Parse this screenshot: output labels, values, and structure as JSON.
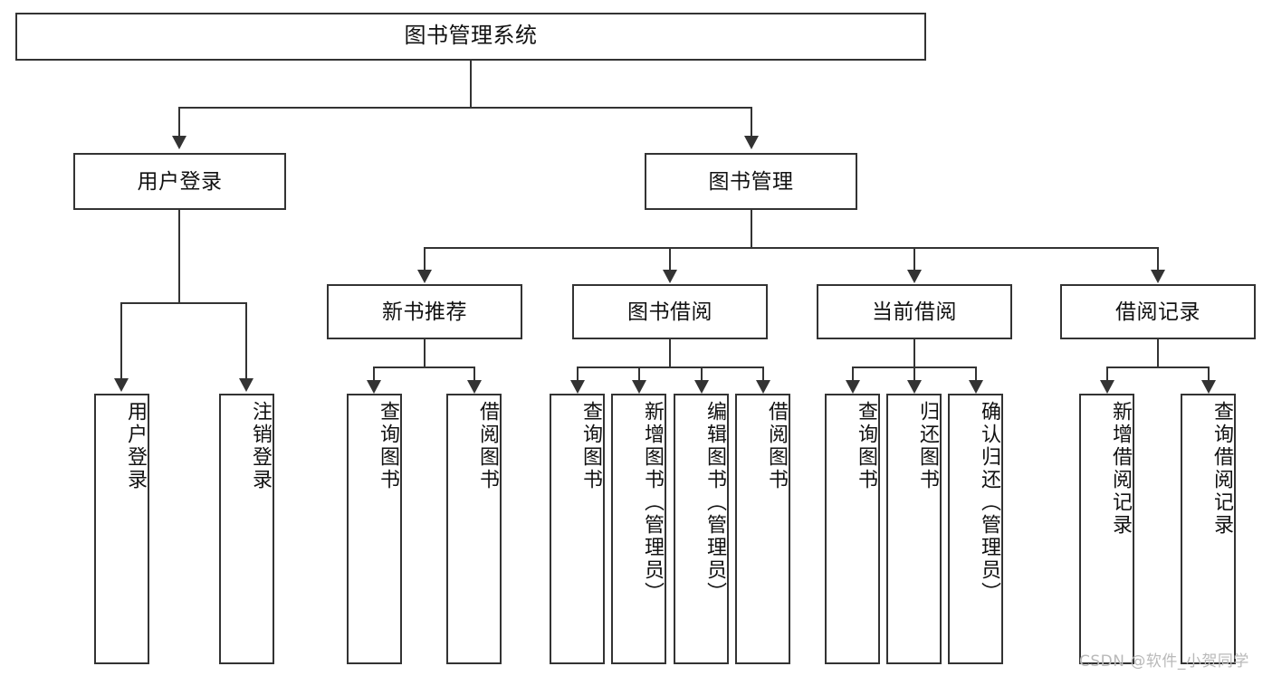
{
  "diagram": {
    "type": "tree-hierarchy",
    "title": "图书管理系统",
    "watermark": "CSDN @软件_小贺同学",
    "colors": {
      "box_border": "#333333",
      "box_fill": "#ffffff",
      "connector": "#333333",
      "text": "#111111",
      "watermark": "#b9b9b9",
      "background": "#ffffff"
    },
    "levels": {
      "level1": [
        "图书管理系统"
      ],
      "level2": [
        "用户登录",
        "图书管理"
      ],
      "level3": [
        "新书推荐",
        "图书借阅",
        "当前借阅",
        "借阅记录"
      ],
      "level4": [
        "用户登录",
        "注销登录",
        "查询图书",
        "借阅图书",
        "查询图书",
        "新增图书（管理员）",
        "编辑图书（管理员）",
        "借阅图书",
        "查询图书",
        "归还图书",
        "确认归还（管理员）",
        "新增借阅记录",
        "查询借阅记录"
      ]
    }
  },
  "nodes": {
    "root": {
      "label": "图书管理系统"
    },
    "user_login": {
      "label": "用户登录"
    },
    "book_manage": {
      "label": "图书管理"
    },
    "new_book_rec": {
      "label": "新书推荐"
    },
    "book_borrow": {
      "label": "图书借阅"
    },
    "current_borrow": {
      "label": "当前借阅"
    },
    "borrow_record": {
      "label": "借阅记录"
    },
    "leaf_user_login": {
      "label": "用户登录"
    },
    "leaf_logout": {
      "label": "注销登录"
    },
    "leaf_query_book_a": {
      "label": "查询图书"
    },
    "leaf_borrow_book_a": {
      "label": "借阅图书"
    },
    "leaf_query_book_b": {
      "label": "查询图书"
    },
    "leaf_add_book": {
      "label": "新增图书（管理员）"
    },
    "leaf_edit_book": {
      "label": "编辑图书（管理员）"
    },
    "leaf_borrow_book_b": {
      "label": "借阅图书"
    },
    "leaf_query_book_c": {
      "label": "查询图书"
    },
    "leaf_return_book": {
      "label": "归还图书"
    },
    "leaf_confirm_return": {
      "label": "确认归还（管理员）"
    },
    "leaf_add_record": {
      "label": "新增借阅记录"
    },
    "leaf_query_record": {
      "label": "查询借阅记录"
    }
  },
  "footer": {
    "watermark": "CSDN @软件_小贺同学"
  }
}
